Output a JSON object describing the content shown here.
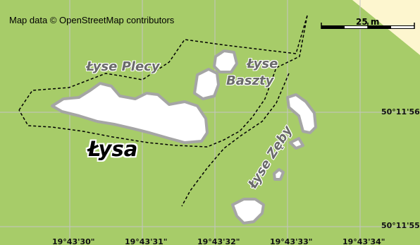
{
  "attribution": "Map data © OpenStreetMap contributors",
  "scale": {
    "label": "25 m"
  },
  "places": {
    "lysa": "Łysa",
    "lyse_plecy": "Łyse Plecy",
    "lyse_baszty_line1": "Łyse",
    "lyse_baszty_line2": "Baszty",
    "lyse_zeby": "Łyse Zęby"
  },
  "grid": {
    "longitudes": [
      "19°43'30\"",
      "19°43'31\"",
      "19°43'32\"",
      "19°43'33\"",
      "19°43'34\""
    ],
    "latitudes": [
      "50°11'56\"",
      "50°11'55\""
    ]
  },
  "colors": {
    "land": "#a7cc69",
    "rock": "#ffffff",
    "rock_outline": "#a5a5a5",
    "corner_area": "#fdf6cf",
    "grid_line": "#c4c4c4",
    "boundary": "#000000"
  }
}
